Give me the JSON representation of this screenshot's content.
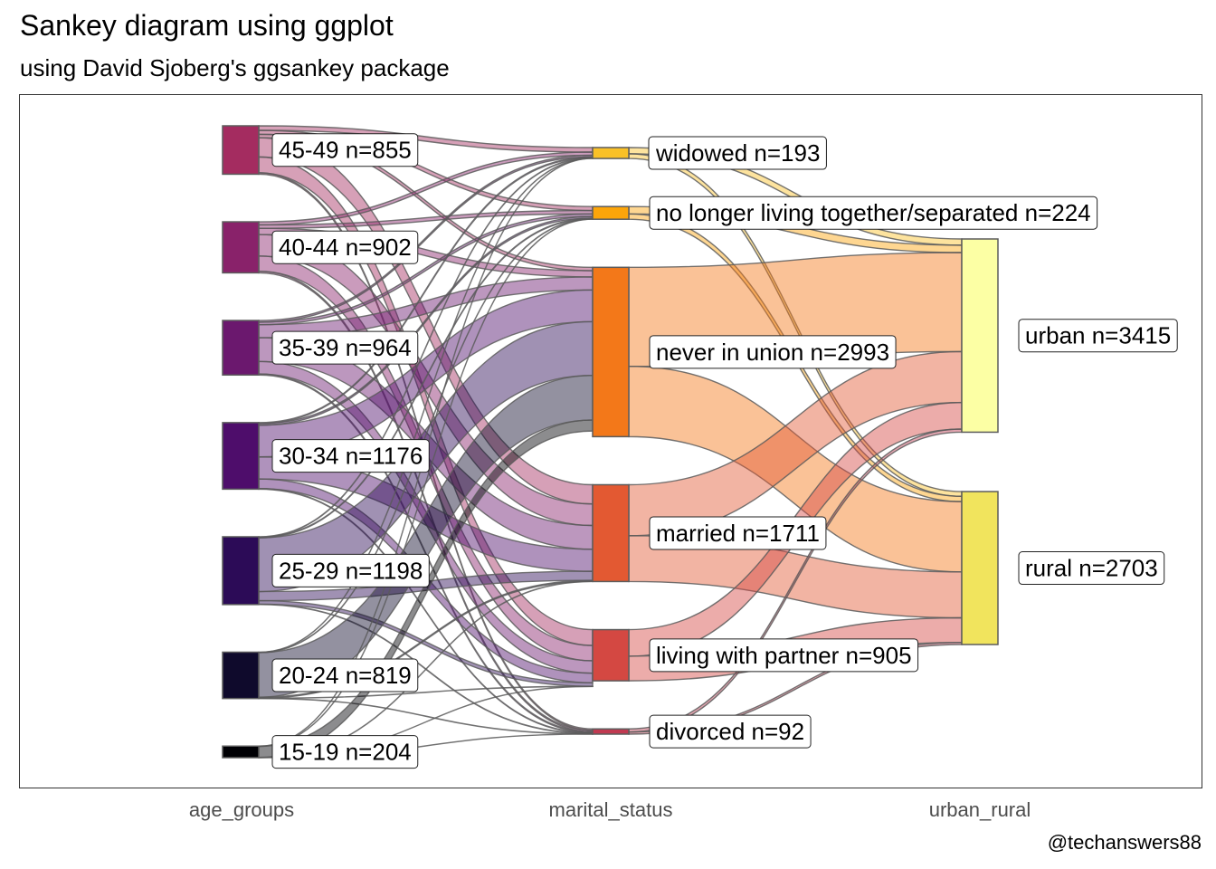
{
  "title": "Sankey diagram using ggplot",
  "subtitle": "using  David Sjoberg's ggsankey package",
  "caption": "@techanswers88",
  "axes": [
    "age_groups",
    "marital_status",
    "urban_rural"
  ],
  "chart_data": {
    "type": "sankey",
    "nodes": [
      {
        "id": "45-49",
        "stage": 0,
        "label": "45-49 n=855",
        "value": 855,
        "color": "#a42c60"
      },
      {
        "id": "40-44",
        "stage": 0,
        "label": "40-44 n=902",
        "value": 902,
        "color": "#89226a"
      },
      {
        "id": "35-39",
        "stage": 0,
        "label": "35-39 n=964",
        "value": 964,
        "color": "#6b186e"
      },
      {
        "id": "30-34",
        "stage": 0,
        "label": "30-34 n=1176",
        "value": 1176,
        "color": "#4e0d6b"
      },
      {
        "id": "25-29",
        "stage": 0,
        "label": "25-29 n=1198",
        "value": 1198,
        "color": "#2c0b57"
      },
      {
        "id": "20-24",
        "stage": 0,
        "label": "20-24 n=819",
        "value": 819,
        "color": "#0f0a2c"
      },
      {
        "id": "15-19",
        "stage": 0,
        "label": "15-19 n=204",
        "value": 204,
        "color": "#000004"
      },
      {
        "id": "widowed",
        "stage": 1,
        "label": "widowed n=193",
        "value": 193,
        "color": "#fac127"
      },
      {
        "id": "separated",
        "stage": 1,
        "label": "no longer living together/separated n=224",
        "value": 224,
        "color": "#fca50a"
      },
      {
        "id": "never",
        "stage": 1,
        "label": "never in union n=2993",
        "value": 2993,
        "color": "#f37819"
      },
      {
        "id": "married",
        "stage": 1,
        "label": "married n=1711",
        "value": 1711,
        "color": "#e35932"
      },
      {
        "id": "living",
        "stage": 1,
        "label": "living with partner n=905",
        "value": 905,
        "color": "#d44842"
      },
      {
        "id": "divorced",
        "stage": 1,
        "label": "divorced n=92",
        "value": 92,
        "color": "#c03a51"
      },
      {
        "id": "urban",
        "stage": 2,
        "label": "urban n=3415",
        "value": 3415,
        "color": "#fcffa4"
      },
      {
        "id": "rural",
        "stage": 2,
        "label": "rural n=2703",
        "value": 2703,
        "color": "#f1e45d"
      }
    ],
    "links": [
      {
        "source": "45-49",
        "target": "widowed",
        "value": 80
      },
      {
        "source": "45-49",
        "target": "separated",
        "value": 70
      },
      {
        "source": "45-49",
        "target": "never",
        "value": 60
      },
      {
        "source": "45-49",
        "target": "married",
        "value": 340
      },
      {
        "source": "45-49",
        "target": "living",
        "value": 280
      },
      {
        "source": "45-49",
        "target": "divorced",
        "value": 25
      },
      {
        "source": "40-44",
        "target": "widowed",
        "value": 55
      },
      {
        "source": "40-44",
        "target": "separated",
        "value": 60
      },
      {
        "source": "40-44",
        "target": "never",
        "value": 110
      },
      {
        "source": "40-44",
        "target": "married",
        "value": 380
      },
      {
        "source": "40-44",
        "target": "living",
        "value": 270
      },
      {
        "source": "40-44",
        "target": "divorced",
        "value": 27
      },
      {
        "source": "35-39",
        "target": "widowed",
        "value": 30
      },
      {
        "source": "35-39",
        "target": "separated",
        "value": 45
      },
      {
        "source": "35-39",
        "target": "never",
        "value": 230
      },
      {
        "source": "35-39",
        "target": "married",
        "value": 420
      },
      {
        "source": "35-39",
        "target": "living",
        "value": 220
      },
      {
        "source": "35-39",
        "target": "divorced",
        "value": 19
      },
      {
        "source": "30-34",
        "target": "widowed",
        "value": 16
      },
      {
        "source": "30-34",
        "target": "separated",
        "value": 30
      },
      {
        "source": "30-34",
        "target": "never",
        "value": 560
      },
      {
        "source": "30-34",
        "target": "married",
        "value": 390
      },
      {
        "source": "30-34",
        "target": "living",
        "value": 170
      },
      {
        "source": "30-34",
        "target": "divorced",
        "value": 10
      },
      {
        "source": "25-29",
        "target": "widowed",
        "value": 7
      },
      {
        "source": "25-29",
        "target": "separated",
        "value": 12
      },
      {
        "source": "25-29",
        "target": "never",
        "value": 950
      },
      {
        "source": "25-29",
        "target": "married",
        "value": 160
      },
      {
        "source": "25-29",
        "target": "living",
        "value": 62
      },
      {
        "source": "25-29",
        "target": "divorced",
        "value": 7
      },
      {
        "source": "20-24",
        "target": "widowed",
        "value": 3
      },
      {
        "source": "20-24",
        "target": "separated",
        "value": 5
      },
      {
        "source": "20-24",
        "target": "never",
        "value": 788
      },
      {
        "source": "20-24",
        "target": "married",
        "value": 18
      },
      {
        "source": "20-24",
        "target": "living",
        "value": 2
      },
      {
        "source": "20-24",
        "target": "divorced",
        "value": 3
      },
      {
        "source": "15-19",
        "target": "widowed",
        "value": 2
      },
      {
        "source": "15-19",
        "target": "separated",
        "value": 2
      },
      {
        "source": "15-19",
        "target": "never",
        "value": 195
      },
      {
        "source": "15-19",
        "target": "married",
        "value": 3
      },
      {
        "source": "15-19",
        "target": "living",
        "value": 1
      },
      {
        "source": "15-19",
        "target": "divorced",
        "value": 1
      },
      {
        "source": "widowed",
        "target": "urban",
        "value": 110
      },
      {
        "source": "widowed",
        "target": "rural",
        "value": 83
      },
      {
        "source": "separated",
        "target": "urban",
        "value": 130
      },
      {
        "source": "separated",
        "target": "rural",
        "value": 94
      },
      {
        "source": "never",
        "target": "urban",
        "value": 1750
      },
      {
        "source": "never",
        "target": "rural",
        "value": 1243
      },
      {
        "source": "married",
        "target": "urban",
        "value": 900
      },
      {
        "source": "married",
        "target": "rural",
        "value": 811
      },
      {
        "source": "living",
        "target": "urban",
        "value": 470
      },
      {
        "source": "living",
        "target": "rural",
        "value": 435
      },
      {
        "source": "divorced",
        "target": "urban",
        "value": 55
      },
      {
        "source": "divorced",
        "target": "rural",
        "value": 37
      }
    ]
  }
}
